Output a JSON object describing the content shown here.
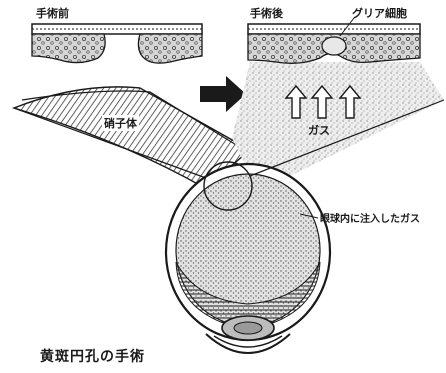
{
  "labels": {
    "before": "手術前",
    "after": "手術後",
    "glia": "グリア細胞",
    "vitreous": "硝子体",
    "gas": "ガス",
    "injected_gas": "眼球内に注入したガス",
    "title": "黄斑円孔の手術"
  },
  "colors": {
    "ink": "#1a1a1a",
    "retina_fill": "#cfcfcf",
    "vitreous_hatch": "#3a3a3a",
    "gas_stipple": "#b5b5b5"
  }
}
